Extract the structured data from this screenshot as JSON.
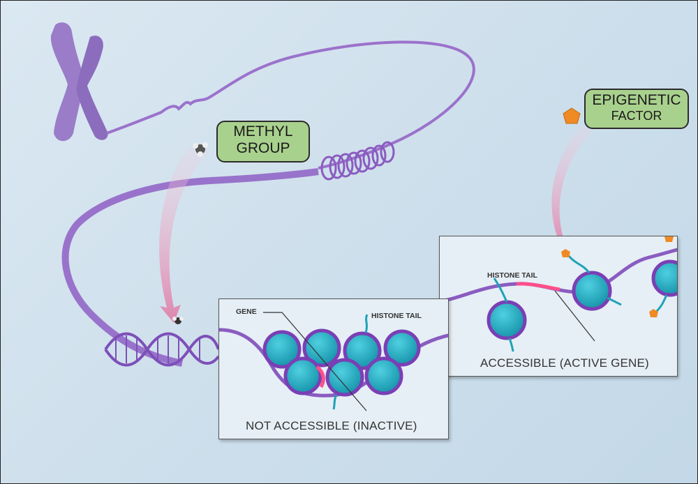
{
  "diagram": {
    "title_labels": {
      "methyl_group": [
        "METHYL",
        "GROUP"
      ],
      "epigenetic_factor": [
        "EPIGENETIC",
        "FACTOR"
      ]
    },
    "panels": {
      "inactive": {
        "caption": "NOT ACCESSIBLE (INACTIVE)",
        "gene_label": "GENE",
        "histone_tail_label": "HISTONE TAIL"
      },
      "active": {
        "caption": "ACCESSIBLE (ACTIVE GENE)",
        "histone_tail_label": "HISTONE TAIL"
      }
    },
    "elements": [
      "chromosome",
      "chromatin-fiber",
      "dna-double-helix",
      "nucleosome",
      "methyl-group-molecule",
      "epigenetic-factor-pentagon"
    ],
    "colors": {
      "label_fill": "#a9d18e",
      "dna_purple": "#8a5cc0",
      "histone_teal": "#1fa2b8",
      "gene_pink": "#ff4f8b",
      "factor_orange": "#f08a24",
      "arrow_pink": "#e58ab0",
      "background": "#cfe0ec"
    }
  }
}
